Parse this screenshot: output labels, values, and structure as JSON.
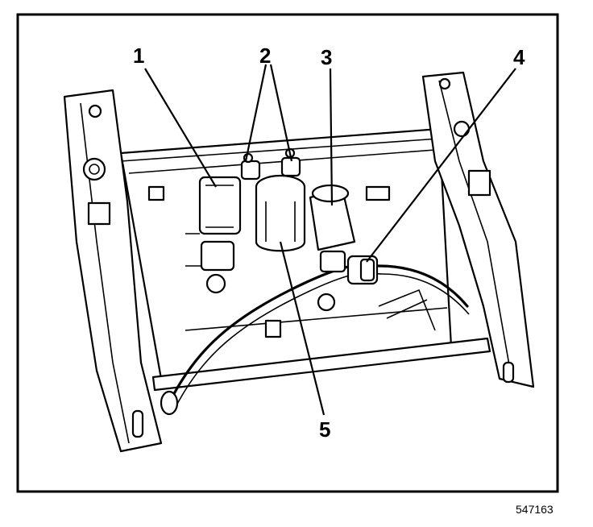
{
  "diagram": {
    "callouts": [
      "1",
      "2",
      "3",
      "4",
      "5"
    ],
    "figure_number": "547163"
  }
}
